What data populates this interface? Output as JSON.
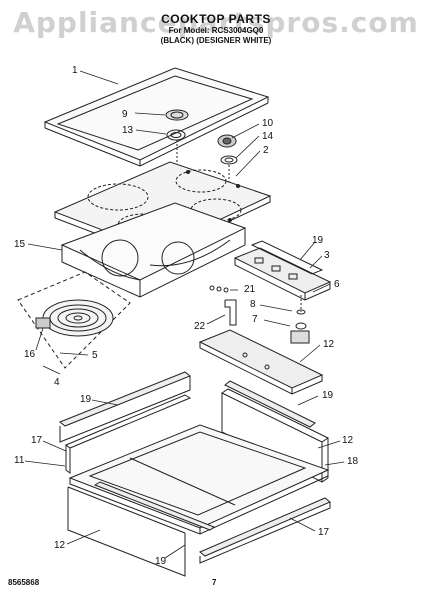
{
  "watermark": "Appliancepartspros.com",
  "header": {
    "title": "COOKTOP PARTS",
    "model_line": "For Model: RCS3004GQ0",
    "color_line": "(BLACK) (DESIGNER WHITE)"
  },
  "footer": {
    "code": "8565868",
    "page": "7"
  },
  "callouts": {
    "c1": "1",
    "c9": "9",
    "c13": "13",
    "c10": "10",
    "c14": "14",
    "c2": "2",
    "c15": "15",
    "c19a": "19",
    "c3": "3",
    "c6": "6",
    "c21": "21",
    "c8": "8",
    "c22": "22",
    "c7": "7",
    "c16": "16",
    "c5": "5",
    "c12a": "12",
    "c4": "4",
    "c19b": "19",
    "c19c": "19",
    "c17a": "17",
    "c11": "11",
    "c12b": "12",
    "c18": "18",
    "c17b": "17",
    "c12c": "12",
    "c19d": "19"
  }
}
